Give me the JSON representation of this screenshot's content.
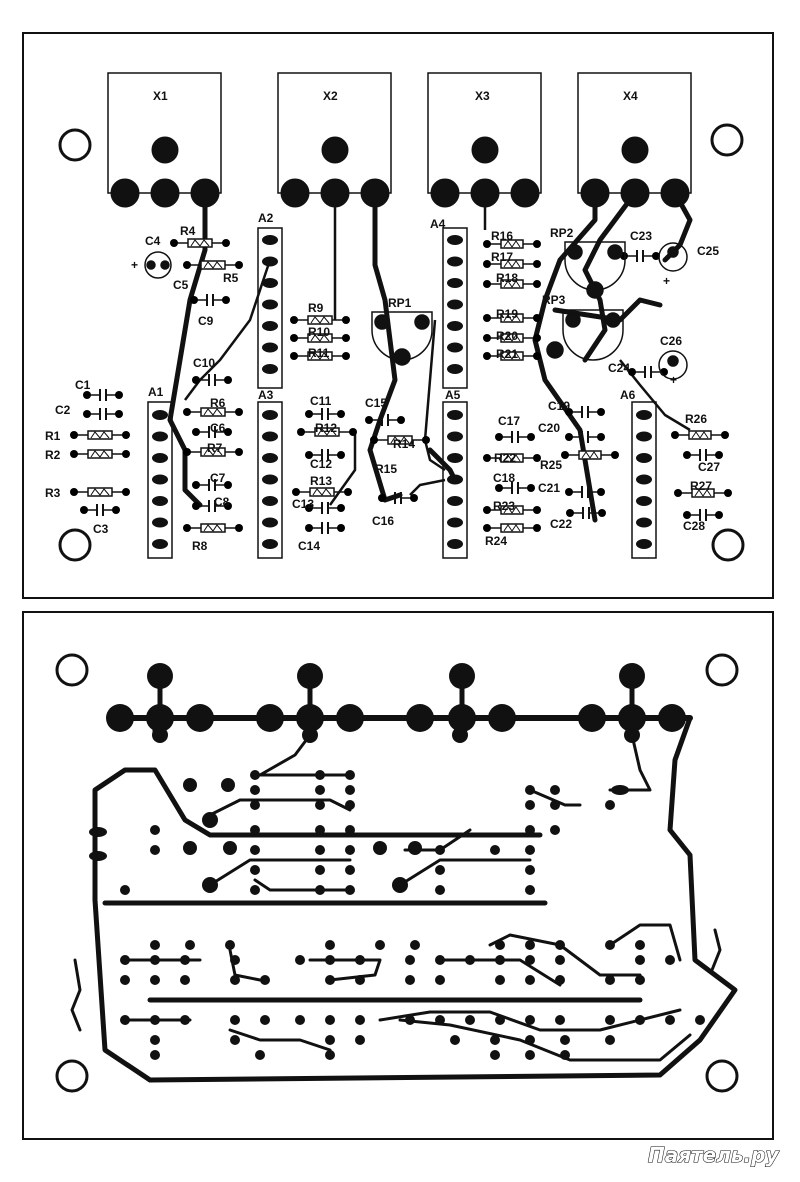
{
  "watermark": "Паятель.ру",
  "top_labels": {
    "X1": "X1",
    "X2": "X2",
    "X3": "X3",
    "X4": "X4",
    "A1": "A1",
    "A2": "A2",
    "A3": "A3",
    "A4": "A4",
    "A5": "A5",
    "A6": "A6",
    "RP1": "RP1",
    "RP2": "RP2",
    "RP3": "RP3",
    "C1": "C1",
    "C2": "C2",
    "C3": "C3",
    "C4": "C4",
    "C5": "C5",
    "C6": "C6",
    "C7": "C7",
    "C8": "C8",
    "C9": "C9",
    "C10": "C10",
    "C11": "C11",
    "C12": "C12",
    "C13": "C13",
    "C14": "C14",
    "C15": "C15",
    "C16": "C16",
    "C17": "C17",
    "C18": "C18",
    "C19": "C19",
    "C20": "C20",
    "C21": "C21",
    "C22": "C22",
    "C23": "C23",
    "C24": "C24",
    "C25": "C25",
    "C26": "C26",
    "C27": "C27",
    "C28": "C28",
    "R1": "R1",
    "R2": "R2",
    "R3": "R3",
    "R4": "R4",
    "R5": "R5",
    "R6": "R6",
    "R7": "R7",
    "R8": "R8",
    "R9": "R9",
    "R10": "R10",
    "R11": "R11",
    "R12": "R12",
    "R13": "R13",
    "R14": "R14",
    "R15": "R15",
    "R16": "R16",
    "R17": "R17",
    "R18": "R18",
    "R19": "R19",
    "R20": "R20",
    "R21": "R21",
    "R22": "R22",
    "R23": "R23",
    "R24": "R24",
    "R25": "R25",
    "R26": "R26",
    "R27": "R27",
    "plus": "+"
  }
}
